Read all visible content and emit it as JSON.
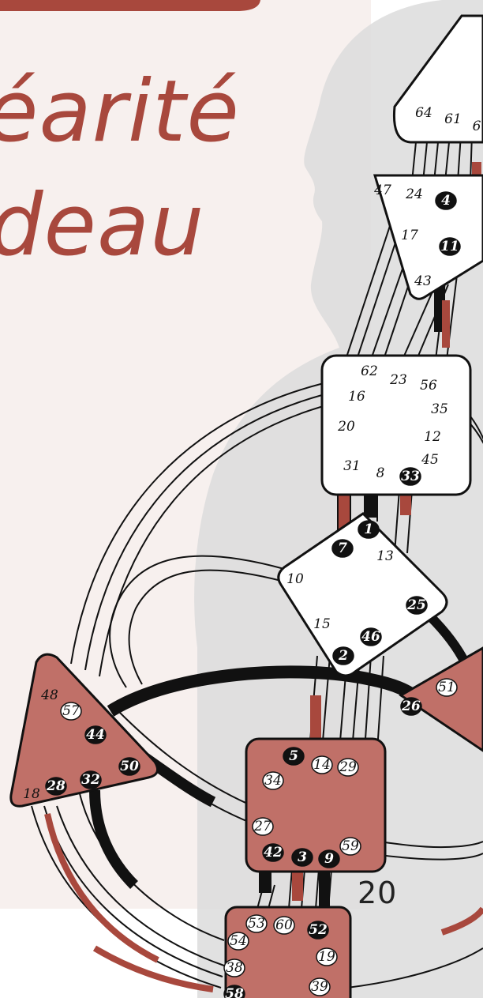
{
  "title": {
    "line1": "éarité",
    "line2": "deau"
  },
  "page_number": "20",
  "colors": {
    "accent": "#a8483d",
    "center_fill": "#c07068",
    "background_tint": "#f7f0ee",
    "silhouette": "#dcdcdc"
  },
  "bodygraph": {
    "centers": [
      {
        "id": "head",
        "gates": [
          "64",
          "61",
          "6"
        ]
      },
      {
        "id": "ajna",
        "gates": [
          "47",
          "24",
          "4",
          "17",
          "11",
          "43"
        ]
      },
      {
        "id": "throat",
        "gates": [
          "62",
          "23",
          "56",
          "16",
          "35",
          "20",
          "12",
          "45",
          "31",
          "8",
          "33"
        ]
      },
      {
        "id": "g",
        "gates": [
          "1",
          "7",
          "13",
          "10",
          "25",
          "15",
          "46",
          "2"
        ]
      },
      {
        "id": "spleen",
        "gates": [
          "48",
          "57",
          "44",
          "50",
          "18",
          "28",
          "32"
        ]
      },
      {
        "id": "ego",
        "gates": [
          "26",
          "51"
        ]
      },
      {
        "id": "sacral",
        "gates": [
          "5",
          "14",
          "29",
          "34",
          "27",
          "59",
          "42",
          "3",
          "9"
        ]
      },
      {
        "id": "root",
        "gates": [
          "53",
          "60",
          "52",
          "54",
          "19",
          "38",
          "39",
          "58"
        ]
      }
    ]
  }
}
